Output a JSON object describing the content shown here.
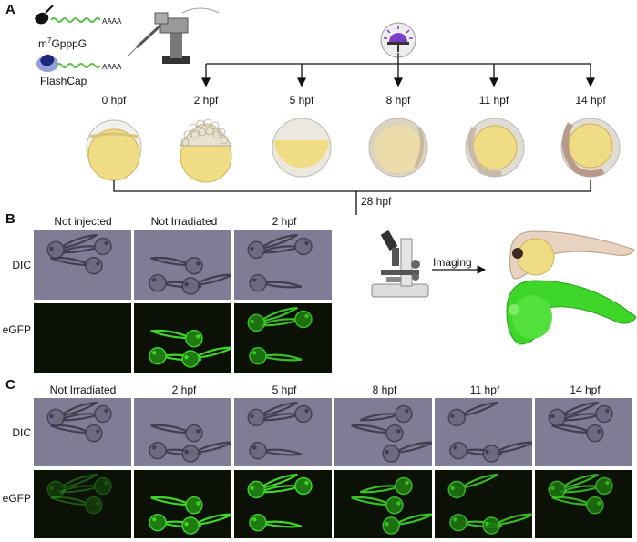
{
  "panel_a": {
    "letter": "A",
    "cap_label_1": "m",
    "cap_label_1_sup": "7",
    "cap_label_1_rest": "GpppG",
    "cap_label_2": "FlashCap",
    "polyA": "AAAA",
    "stages": [
      "0 hpf",
      "2 hpf",
      "5 hpf",
      "8 hpf",
      "11 hpf",
      "14 hpf"
    ],
    "endpoint": "28 hpf"
  },
  "panel_b": {
    "letter": "B",
    "columns": [
      "Not injected",
      "Not Irradiated",
      "2 hpf"
    ],
    "rows": [
      "DIC",
      "eGFP"
    ],
    "imaging_label": "Imaging"
  },
  "panel_c": {
    "letter": "C",
    "columns": [
      "Not Irradiated",
      "2 hpf",
      "5 hpf",
      "8 hpf",
      "11 hpf",
      "14 hpf"
    ],
    "rows": [
      "DIC",
      "eGFP"
    ]
  },
  "colors": {
    "dic_bg": "#7f7c96",
    "egfp_bg": "#0b1205",
    "gfp": "#3fd62a",
    "yolk": "#f0dc84",
    "light": "#7a3fc6"
  }
}
